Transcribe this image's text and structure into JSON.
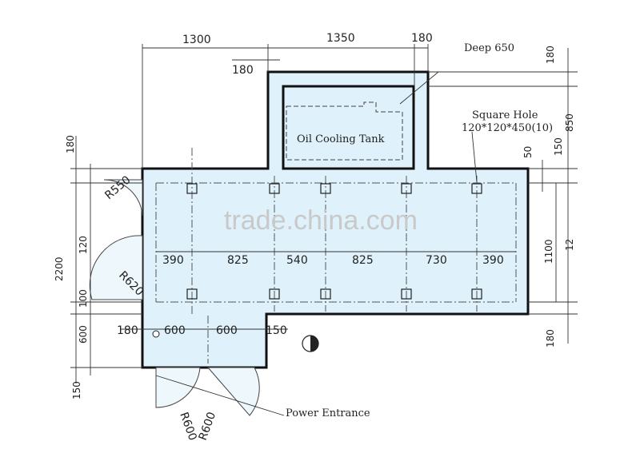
{
  "labels": {
    "deep": "Deep 650",
    "oil_tank": "Oil Cooling Tank",
    "square_hole_1": "Square Hole",
    "square_hole_2": "120*120*450(10)",
    "power_entrance": "Power Entrance"
  },
  "top_dims": {
    "d1300": "1300",
    "d1350": "1350",
    "d180a": "180",
    "d180b": "180"
  },
  "row_dims": [
    "390",
    "825",
    "540",
    "825",
    "730",
    "390"
  ],
  "lower_dims": {
    "d180": "180",
    "d600a": "600",
    "d600b": "600",
    "d150": "150"
  },
  "left_dims": {
    "d180": "180",
    "d2200": "2200",
    "d1200": "120",
    "d100": "100",
    "d600": "600",
    "d150": "150"
  },
  "right_dims": {
    "d180top": "180",
    "d850": "850",
    "d150": "150",
    "d50": "50",
    "d1100": "1100",
    "d12": "12",
    "d180bot": "180"
  },
  "radii": {
    "r550": "R550",
    "r620": "R620",
    "r600a": "R600",
    "r600b": "R600"
  },
  "watermark": "trade.china.com",
  "colors": {
    "fill": "#dff1fb",
    "wall": "#111111",
    "line": "#333333"
  }
}
